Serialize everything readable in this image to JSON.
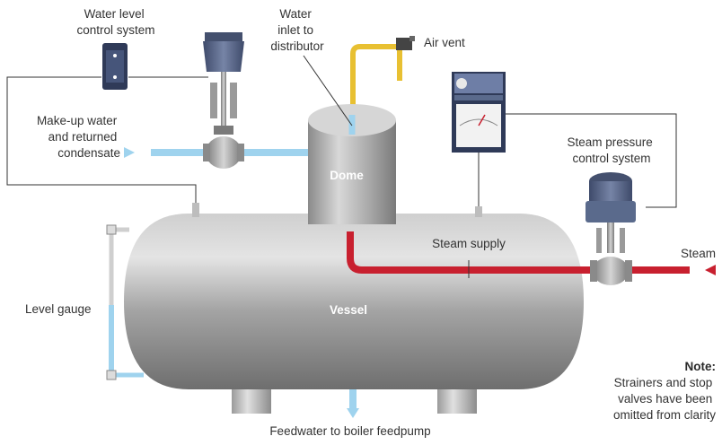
{
  "labels": {
    "water_level_control": [
      "Water level",
      "control system"
    ],
    "water_inlet": [
      "Water",
      "inlet to",
      "distributor"
    ],
    "air_vent": "Air vent",
    "makeup_water": [
      "Make-up water",
      "and returned",
      "condensate"
    ],
    "dome": "Dome",
    "steam_pressure_control": [
      "Steam pressure",
      "control system"
    ],
    "steam_supply": "Steam supply",
    "steam": "Steam",
    "level_gauge": "Level gauge",
    "vessel": "Vessel",
    "feedwater": "Feedwater to boiler feedpump",
    "note_title": "Note:",
    "note_body": [
      "Strainers and stop",
      "valves have been",
      "omitted from clarity"
    ]
  },
  "colors": {
    "water_pipe": "#9fd3ee",
    "steam_pipe": "#c8202f",
    "vent_pipe": "#e8c032",
    "vessel": "#a6a6a6",
    "controller": "#5a6a8c",
    "signal_line": "#333333"
  }
}
